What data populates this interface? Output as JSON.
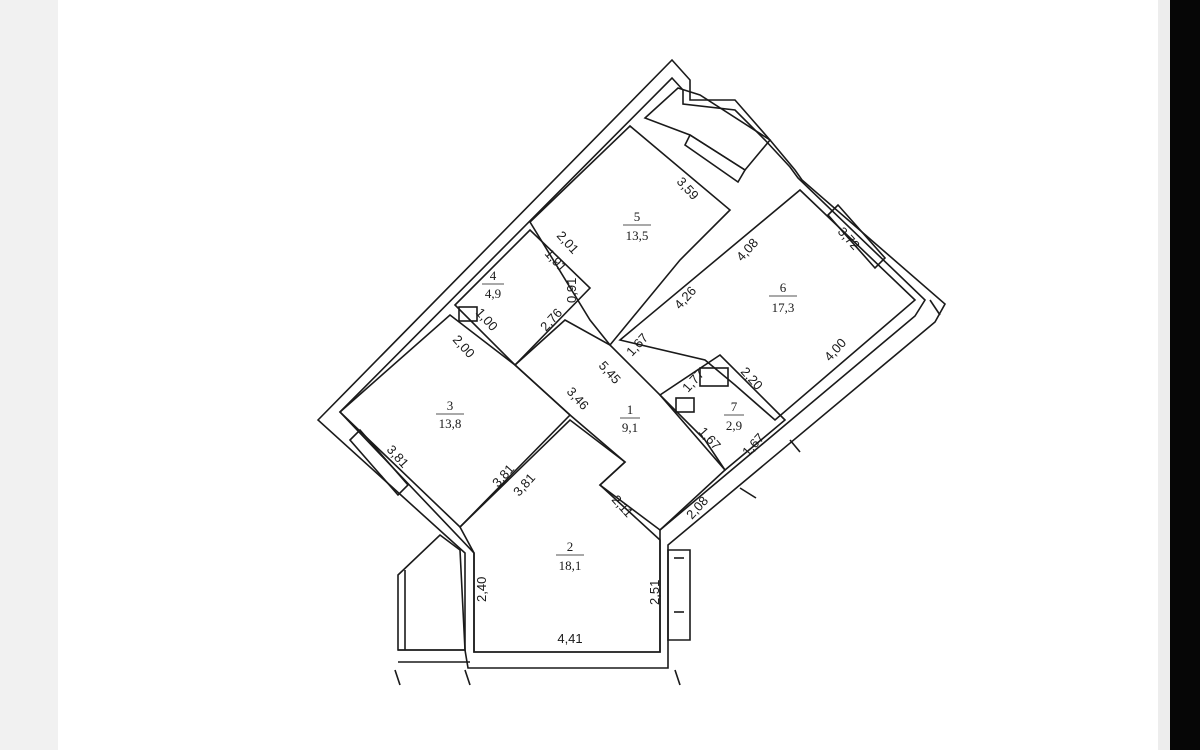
{
  "rooms": [
    {
      "number": "1",
      "area": "9,1"
    },
    {
      "number": "2",
      "area": "18,1"
    },
    {
      "number": "3",
      "area": "13,8"
    },
    {
      "number": "4",
      "area": "4,9"
    },
    {
      "number": "5",
      "area": "13,5"
    },
    {
      "number": "6",
      "area": "17,3"
    },
    {
      "number": "7",
      "area": "2,9"
    }
  ],
  "dimensions": {
    "d359": "3,59",
    "d201": "2,01",
    "d191": "1,91",
    "d091": "0,91",
    "d408": "4,08",
    "d372": "3,72",
    "d426": "4,26",
    "d100": "1,00",
    "d276": "2,76",
    "d200a": "2,00",
    "d167a": "1,67",
    "d545": "5,45",
    "d177": "1,77",
    "d220": "2,20",
    "d400": "4,00",
    "d346": "3,46",
    "d167b": "1,67",
    "d167c": "1,67",
    "d381a": "3,81",
    "d381b": "3,81",
    "d381c": "3,81",
    "d211": "2,11",
    "d208": "2,08",
    "d240": "2,40",
    "d251": "2,51",
    "d441": "4,41"
  }
}
